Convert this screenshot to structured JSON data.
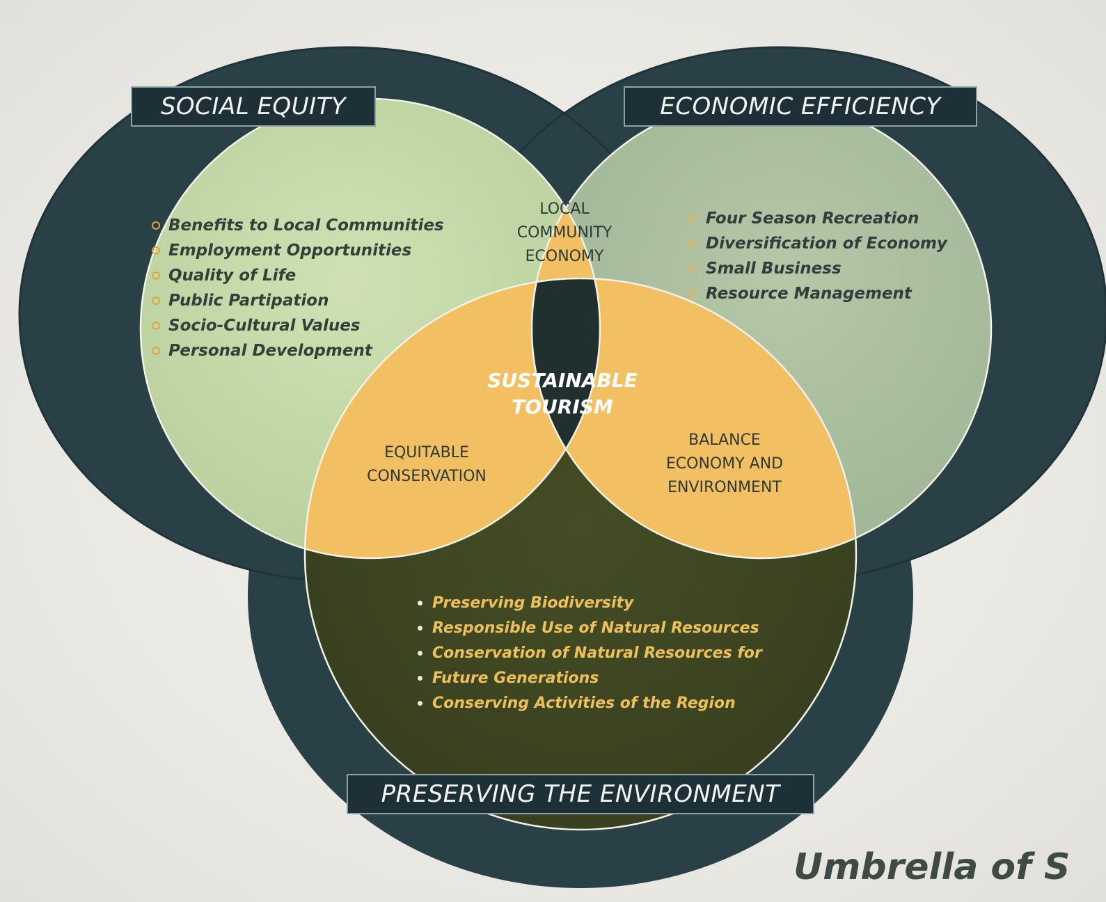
{
  "circles": {
    "social_equity": {
      "title": "SOCIAL EQUITY",
      "items": [
        "Benefits to Local Communities",
        "Employment Opportunities",
        "Quality of Life",
        "Public Partipation",
        "Socio-Cultural Values",
        "Personal Development"
      ]
    },
    "economic_efficiency": {
      "title": "ECONOMIC EFFICIENCY",
      "items": [
        "Four Season Recreation",
        "Diversification of Economy",
        "Small Business",
        "Resource Management"
      ]
    },
    "preserving_environment": {
      "title": "PRESERVING THE ENVIRONMENT",
      "items": [
        "Preserving Biodiversity",
        "Responsible Use of Natural Resources",
        "Conservation of Natural Resources for",
        "Future Generations",
        "Conserving Activities of the Region"
      ]
    }
  },
  "intersections": {
    "social_economic": [
      "LOCAL",
      "COMMUNITY",
      "ECONOMY"
    ],
    "social_environment": [
      "EQUITABLE",
      "CONSERVATION"
    ],
    "economic_environment": [
      "BALANCE",
      "ECONOMY AND",
      "ENVIRONMENT"
    ],
    "centre": [
      "SUSTAINABLE",
      "TOURISM"
    ]
  },
  "footer_title": "Umbrella of S",
  "colors": {
    "ring": "#283f46",
    "social_fill": "#c4d8a8",
    "economic_fill": "#a9bf9f",
    "environment_fill": "#3b4322",
    "overlap_fill": "#f3bf63",
    "centre_fill": "#20302f",
    "accent": "#e8b04e"
  }
}
